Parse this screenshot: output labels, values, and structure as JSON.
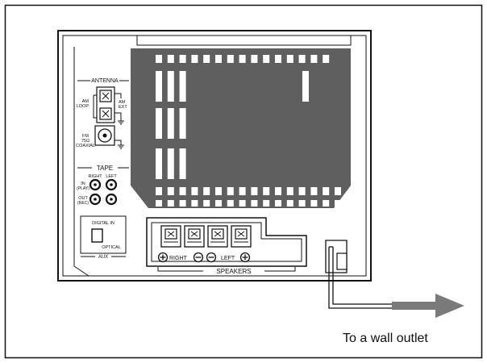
{
  "labels": {
    "antenna": "ANTENNA",
    "am_loop_1": "AM",
    "am_loop_2": "LOOP",
    "am_ext_1": "AM",
    "am_ext_2": "EXT",
    "fm_1": "FM",
    "fm_2": "75Ω",
    "fm_3": "COAXIAL",
    "tape": "TAPE",
    "tape_right": "RIGHT",
    "tape_left": "LEFT",
    "tape_in_1": "IN",
    "tape_in_2": "(PLAY)",
    "tape_out_1": "OUT",
    "tape_out_2": "(REC)",
    "digital_in": "DIGITAL IN",
    "optical": "OPTICAL",
    "aux": "AUX",
    "speakers_right": "RIGHT",
    "speakers_left": "LEFT",
    "speakers": "SPEAKERS",
    "outlet": "To a wall outlet"
  },
  "colors": {
    "line": "#111111",
    "panel_dark": "#5f5f5f",
    "arrow": "#7a7a7a",
    "paper": "#ffffff"
  },
  "icons": {
    "terminal": "x-marked-square",
    "coax": "concentric-circles",
    "plus": "circled-plus",
    "minus": "circled-minus",
    "arrow": "right-arrow"
  }
}
